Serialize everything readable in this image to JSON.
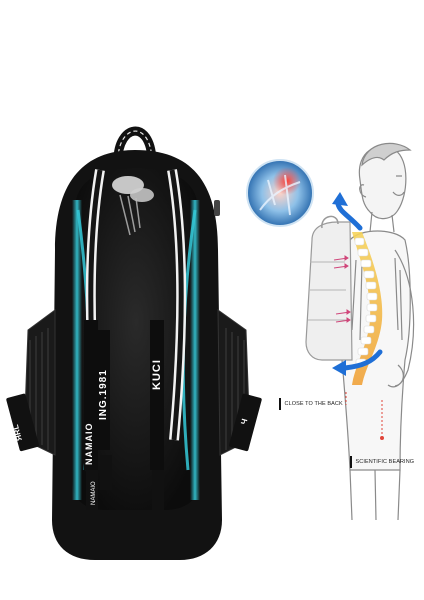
{
  "image": {
    "description_colors": {
      "bag_black": "#121212",
      "strap_white": "#f2f2f2",
      "cyan_glow": "#35c9d8",
      "arrow_blue": "#1f6fd6",
      "spine_orange": "#f0a23a",
      "spine_yellow": "#f6d45c",
      "sketch_gray": "#8a8a8a",
      "shoulder_red": "#e0453a"
    }
  },
  "backpack": {
    "strap_text_left_outer": "NAMAIO",
    "strap_text_left_inner": "ING.1981",
    "strap_text_right": "KUCI",
    "side_tab_left": "ЯRL",
    "side_tab_right": "Ч"
  },
  "annotations": {
    "close_to_back": "CLOSE TO THE BACK",
    "scientific_bearing": "SCIENTIFIC BEARING"
  }
}
